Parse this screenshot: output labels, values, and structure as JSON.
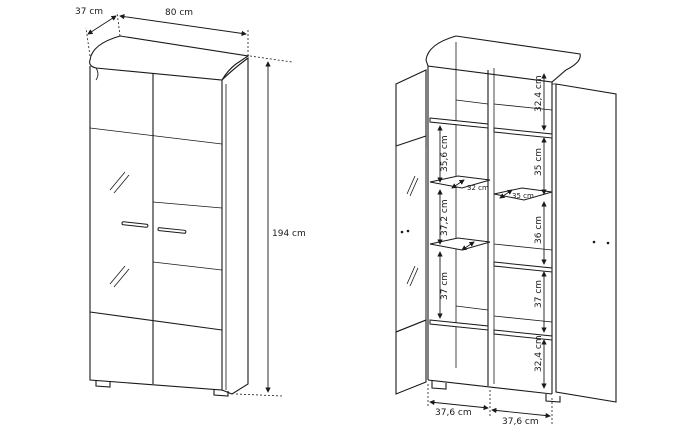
{
  "left_view": {
    "depth_label": "37 cm",
    "width_label": "80 cm",
    "height_label": "194 cm"
  },
  "right_view": {
    "left_column": {
      "heights": [
        "35,6 cm",
        "37,2 cm",
        "37 cm"
      ],
      "shelf_depth": "32 cm"
    },
    "right_column": {
      "heights": [
        "32,4 cm",
        "35 cm",
        "36 cm",
        "37 cm",
        "32,4 cm"
      ],
      "shelf_depth": "35 cm"
    },
    "width_left": "37,6 cm",
    "width_right": "37,6 cm"
  }
}
